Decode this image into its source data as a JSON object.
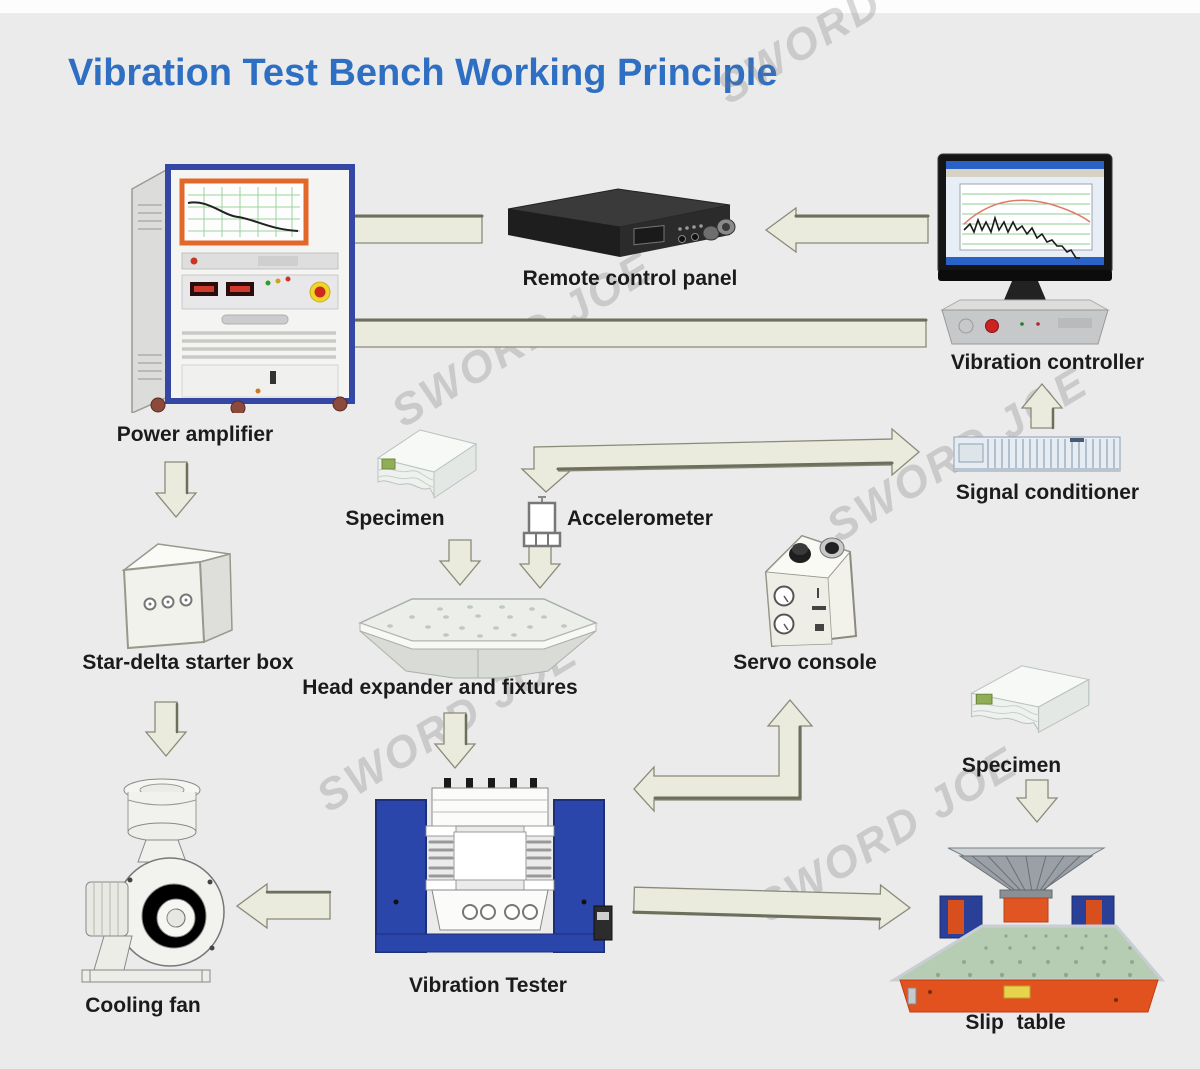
{
  "title": "Vibration Test Bench Working Principle",
  "watermark": "SWORD JOE",
  "colors": {
    "title": "#2e6fc3",
    "background": "#ebebeb",
    "arrow_fill": "#eaeadd",
    "label_text": "#1b1b1b"
  },
  "labels": {
    "power_amplifier": "Power amplifier",
    "remote_control_panel": "Remote control panel",
    "vibration_controller": "Vibration controller",
    "signal_conditioner": "Signal conditioner",
    "specimen_left": "Specimen",
    "accelerometer": "Accelerometer",
    "servo_console": "Servo console",
    "star_delta_starter_box": "Star-delta starter box",
    "head_expander": "Head expander and fixtures",
    "specimen_right": "Specimen",
    "cooling_fan": "Cooling fan",
    "vibration_tester": "Vibration Tester",
    "slip_table": "Slip table"
  }
}
